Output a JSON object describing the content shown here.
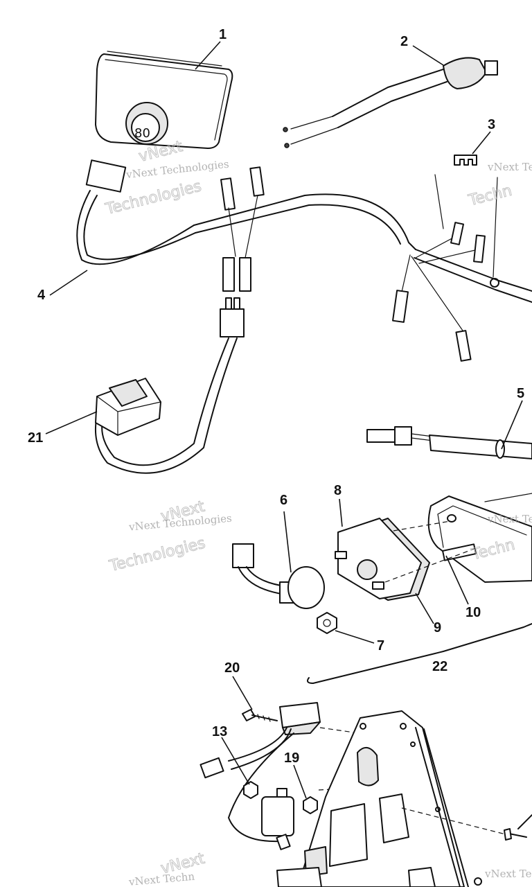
{
  "labels": {
    "p1": "1",
    "p2": "2",
    "p3": "3",
    "p4": "4",
    "p5": "5",
    "p6": "6",
    "p7": "7",
    "p8": "8",
    "p9": "9",
    "p10": "10",
    "p13": "13",
    "p19": "19",
    "p20": "20",
    "p21": "21",
    "p22": "22"
  },
  "watermark": {
    "brand": "vNext",
    "company": "vNext Technologies",
    "word": "Technologies",
    "partial_top_right": "vNext Te",
    "partial_right": "Techn",
    "partial_bottom_left": "vNext Techn",
    "partial_bottom_right": "vNext Te"
  }
}
